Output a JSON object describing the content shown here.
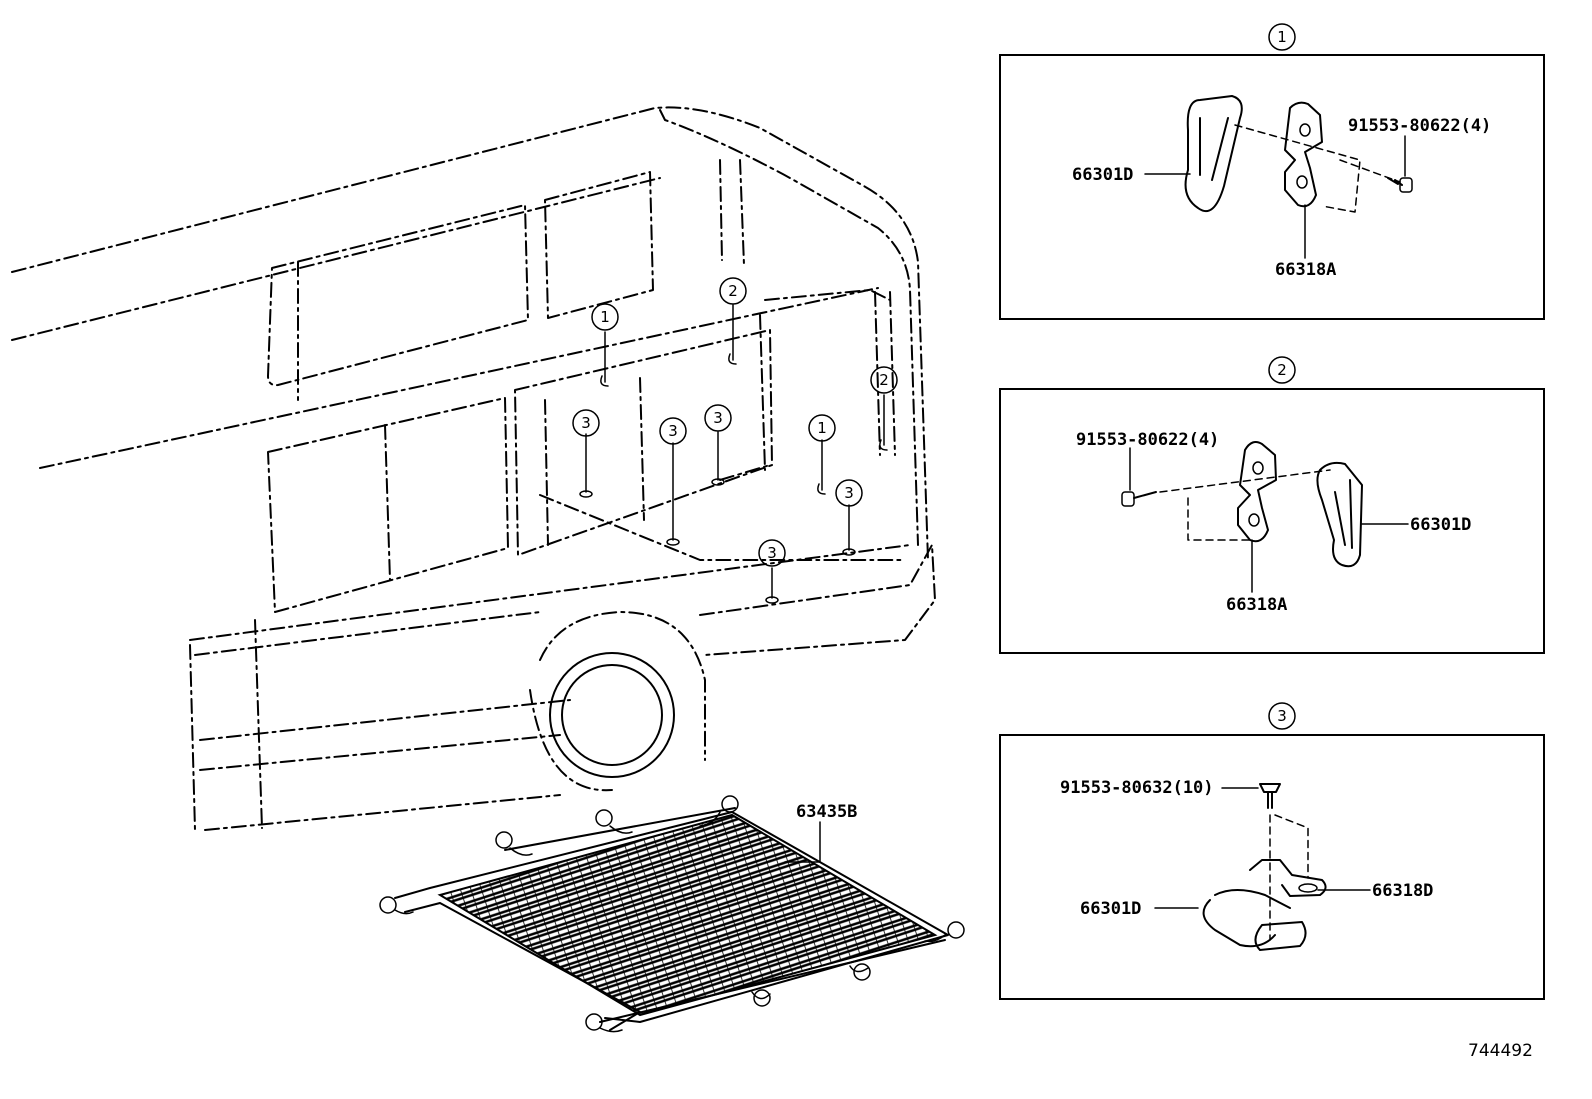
{
  "callouts": {
    "one": "1",
    "two": "2",
    "three": "3"
  },
  "parts": {
    "ring": "66301D",
    "bracket_a": "66318A",
    "bracket_d": "66318D",
    "bolt_622": "91553-80622(4)",
    "bolt_632": "91553-80632(10)",
    "net": "63435B"
  },
  "diagram_id": "744492"
}
